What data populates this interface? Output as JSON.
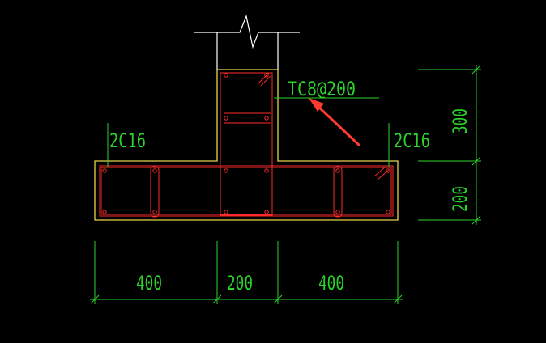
{
  "labels": {
    "stirrup": "TC8@200",
    "rebar_left": "2C16",
    "rebar_right": "2C16"
  },
  "dimensions": {
    "bottom": [
      "400",
      "200",
      "400"
    ],
    "right": [
      "300",
      "200"
    ]
  },
  "colors": {
    "background": "#000000",
    "concrete_outline": "#e6d34a",
    "rebar": "#ff2a2a",
    "dimension": "#2bd42b",
    "break_line": "#ffffff",
    "leader": "#ff3b30"
  }
}
